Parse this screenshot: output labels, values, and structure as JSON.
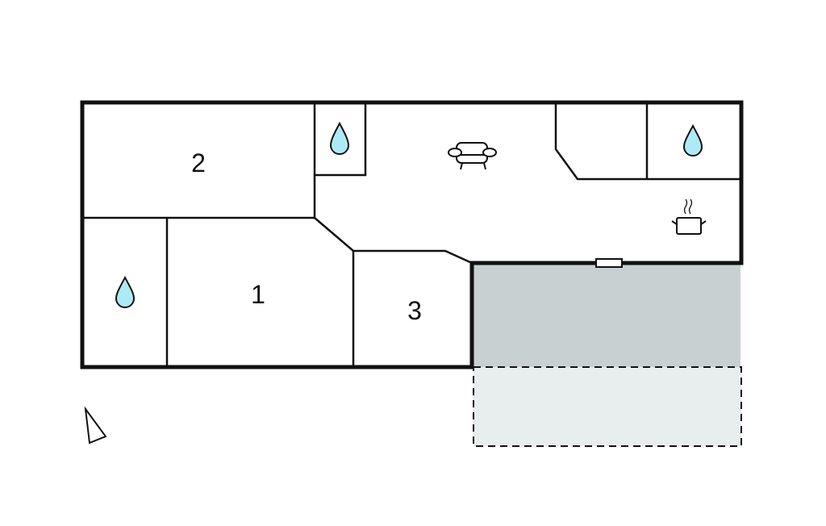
{
  "plan": {
    "rooms": [
      {
        "id": "room-2",
        "label": "2"
      },
      {
        "id": "room-1",
        "label": "1"
      },
      {
        "id": "room-3",
        "label": "3"
      }
    ],
    "icons": [
      "water-drop-icon",
      "sofa-icon",
      "cooking-pot-icon",
      "north-arrow-icon"
    ],
    "colors": {
      "wall": "#111111",
      "terrace_covered": "#c8d0d2",
      "terrace_open": "#e8eeee",
      "water": "#aeeaf5"
    }
  }
}
